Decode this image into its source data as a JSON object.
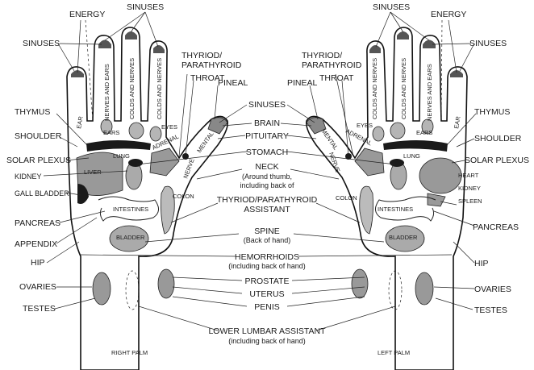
{
  "labels": {
    "energy": "ENERGY",
    "sinuses": "SINUSES",
    "thyroid_parathyroid": "THYRIOD/ PARATHYROID",
    "thyroid_line1": "THYRIOD/",
    "thyroid_line2": "PARATHYROID",
    "throat": "THROAT",
    "pineal": "PINEAL",
    "thymus": "THYMUS",
    "shoulder": "SHOULDER",
    "solar_plexus": "SOLAR PLEXUS",
    "kidney": "KIDNEY",
    "gall_bladder": "GALL BLADDER",
    "pancreas": "PANCREAS",
    "appendix": "APPENDIX",
    "hip": "HIP",
    "ovaries": "OVARIES",
    "testes": "TESTES",
    "heart": "HEART",
    "spleen": "SPLEEN",
    "brain": "BRAIN",
    "pituitary": "PITUITARY",
    "stomach": "STOMACH",
    "neck": "NECK",
    "neck_sub1": "(Around thumb,",
    "neck_sub2": "including back of",
    "thyroid_assistant_1": "THYRIOD/PARATHYROID",
    "thyroid_assistant_2": "ASSISTANT",
    "spine": "SPINE",
    "spine_sub": "(Back of hand)",
    "hemorrhoids": "HEMORRHOIDS",
    "hemorrhoids_sub": "(including back of  hand)",
    "prostate": "PROSTATE",
    "uterus": "UTERUS",
    "penis": "PENIS",
    "lower_lumbar": "LOWER LUMBAR ASSISTANT",
    "lower_lumbar_sub": "(including back of  hand)"
  },
  "in_hand_labels": {
    "ear": "EAR",
    "nerves_and_ears": "NERVES AND EARS",
    "colds_and_nerves": "COLDS AND NERVES",
    "ears": "EARS",
    "eyes": "EYES",
    "lung": "LUNG",
    "adrenal": "ADRENAL",
    "mental": "MENTAL",
    "nerve": "NERVE",
    "liver": "LIVER",
    "colon": "COLON",
    "intestines": "INTESTINES",
    "bladder": "BLADDER",
    "heart": "HEART",
    "kidney": "KIDNEY",
    "spleen": "SPLEEN"
  },
  "captions": {
    "right_palm": "RIGHT PALM",
    "left_palm": "LEFT PALM"
  },
  "colors": {
    "ink": "#111111",
    "zone_gray": "#999999",
    "zone_dark": "#1a1a1a",
    "zone_light": "#c8c8c8"
  }
}
